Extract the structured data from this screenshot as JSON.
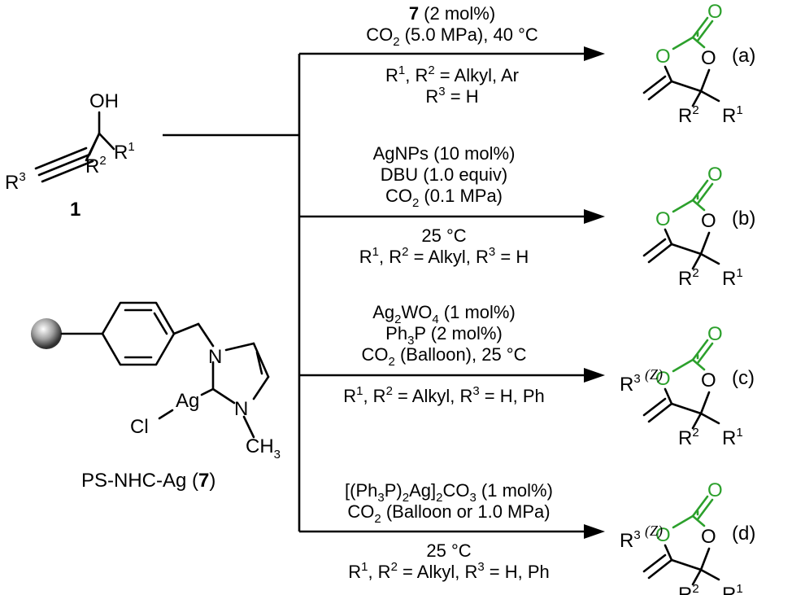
{
  "colors": {
    "accent_green": "#2ca02c",
    "ink": "#000000",
    "bead": "#8c8c8c"
  },
  "reactant": {
    "label": "1",
    "oh": "OH",
    "r1": "R",
    "r1_sup": "1",
    "r2": "R",
    "r2_sup": "2",
    "r3": "R",
    "r3_sup": "3"
  },
  "catalyst": {
    "ag": "Ag",
    "cl": "Cl",
    "n1": "N",
    "n2": "N",
    "ch3": "CH",
    "ch3_sub": "3",
    "name_prefix": "PS-NHC-Ag (",
    "name_num": "7",
    "name_suffix": ")"
  },
  "routes": [
    {
      "letter": "(a)",
      "above": [
        "7 (2 mol%)",
        "CO2 (5.0 MPa), 40 °C"
      ],
      "below": [
        "R1, R2 = Alkyl, Ar",
        "R3 = H"
      ]
    },
    {
      "letter": "(b)",
      "above": [
        "AgNPs (10 mol%)",
        "DBU (1.0 equiv)",
        "CO2 (0.1 MPa)"
      ],
      "below": [
        "25 °C",
        "R1, R2 = Alkyl, R3 = H"
      ]
    },
    {
      "letter": "(c)",
      "above": [
        "Ag2WO4 (1 mol%)",
        "Ph3P (2 mol%)",
        "CO2 (Balloon), 25 °C"
      ],
      "below": [
        "R1, R2 = Alkyl, R3 = H, Ph"
      ]
    },
    {
      "letter": "(d)",
      "above": [
        "[(Ph3P)2Ag]2CO3 (1 mol%)",
        "CO2 (Balloon or 1.0 MPa)"
      ],
      "below": [
        "25 °C",
        "R1, R2 = Alkyl, R3 = H, Ph"
      ]
    }
  ],
  "product": {
    "o_ring": "O",
    "o_carbonyl": "O",
    "o_ring2": "O",
    "r1": "R",
    "r1_sup": "1",
    "r2": "R",
    "r2_sup": "2",
    "r3": "R",
    "r3_sup": "3",
    "z_label": "(Z)"
  }
}
